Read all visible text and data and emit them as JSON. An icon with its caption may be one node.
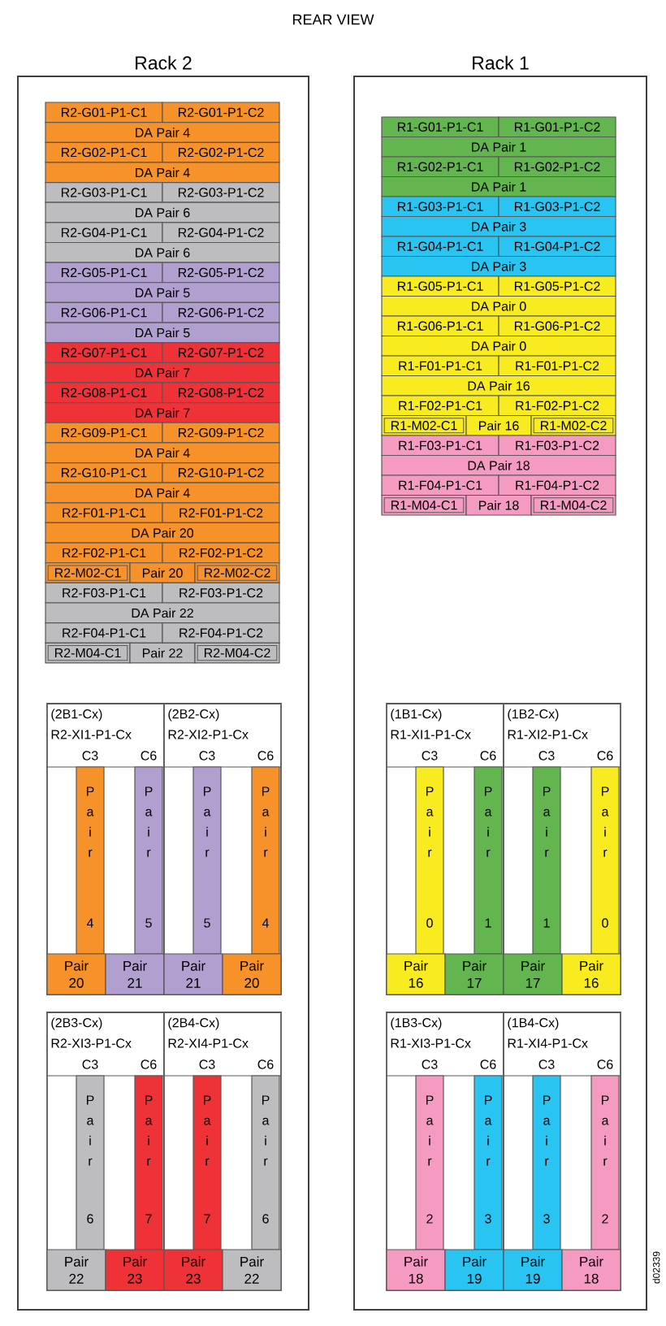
{
  "diagram": {
    "title": "REAR VIEW",
    "nodes": [
      {
        "text": [
          "Rack 2"
        ]
      },
      {
        "text": [
          "R2-G01-P1-C1"
        ],
        "in": 0
      },
      {
        "text": [
          "R2-G01-P1-C2"
        ],
        "in": 0
      },
      {
        "text": [
          "DA Pair 4"
        ],
        "in": 0
      },
      {
        "text": [
          "R2-G02-P1-C1"
        ],
        "in": 0
      },
      {
        "text": [
          "R2-G02-P1-C2"
        ],
        "in": 0
      },
      {
        "text": [
          "DA Pair 4"
        ],
        "in": 0
      },
      {
        "text": [
          "R2-G03-P1-C1"
        ],
        "in": 0
      },
      {
        "text": [
          "R2-G03-P1-C2"
        ],
        "in": 0
      },
      {
        "text": [
          "DA Pair 6"
        ],
        "in": 0
      },
      {
        "text": [
          "R2-G04-P1-C1"
        ],
        "in": 0
      },
      {
        "text": [
          "R2-G04-P1-C2"
        ],
        "in": 0
      },
      {
        "text": [
          "DA Pair 6"
        ],
        "in": 0
      },
      {
        "text": [
          "R2-G05-P1-C1"
        ],
        "in": 0
      },
      {
        "text": [
          "R2-G05-P1-C2"
        ],
        "in": 0
      },
      {
        "text": [
          "DA Pair 5"
        ],
        "in": 0
      },
      {
        "text": [
          "R2-G06-P1-C1"
        ],
        "in": 0
      },
      {
        "text": [
          "R2-G06-P1-C2"
        ],
        "in": 0
      },
      {
        "text": [
          "DA Pair 5"
        ],
        "in": 0
      },
      {
        "text": [
          "R2-G07-P1-C1"
        ],
        "in": 0
      },
      {
        "text": [
          "R2-G07-P1-C2"
        ],
        "in": 0
      },
      {
        "text": [
          "DA Pair 7"
        ],
        "in": 0
      },
      {
        "text": [
          "R2-G08-P1-C1"
        ],
        "in": 0
      },
      {
        "text": [
          "R2-G08-P1-C2"
        ],
        "in": 0
      },
      {
        "text": [
          "DA Pair 7"
        ],
        "in": 0
      },
      {
        "text": [
          "R2-G09-P1-C1"
        ],
        "in": 0
      },
      {
        "text": [
          "R2-G09-P1-C2"
        ],
        "in": 0
      },
      {
        "text": [
          "DA Pair 4"
        ],
        "in": 0
      },
      {
        "text": [
          "R2-G10-P1-C1"
        ],
        "in": 0
      },
      {
        "text": [
          "R2-G10-P1-C2"
        ],
        "in": 0
      },
      {
        "text": [
          "DA Pair 4"
        ],
        "in": 0
      },
      {
        "text": [
          "R2-F01-P1-C1"
        ],
        "in": 0
      },
      {
        "text": [
          "R2-F01-P1-C2"
        ],
        "in": 0
      },
      {
        "text": [
          "DA Pair 20"
        ],
        "in": 0
      },
      {
        "text": [
          "R2-F02-P1-C1"
        ],
        "in": 0
      },
      {
        "text": [
          "R2-F02-P1-C2"
        ],
        "in": 0
      },
      {
        "text": [
          "R2-M02-C1"
        ],
        "in": 0
      },
      {
        "text": [
          "Pair 20"
        ],
        "in": 0
      },
      {
        "text": [
          "R2-M02-C2"
        ],
        "in": 0
      },
      {
        "text": [
          "R2-F03-P1-C1"
        ],
        "in": 0
      },
      {
        "text": [
          "R2-F03-P1-C2"
        ],
        "in": 0
      },
      {
        "text": [
          "DA Pair 22"
        ],
        "in": 0
      },
      {
        "text": [
          "R2-F04-P1-C1"
        ],
        "in": 0
      },
      {
        "text": [
          "R2-F04-P1-C2"
        ],
        "in": 0
      },
      {
        "text": [
          "R2-M04-C1"
        ],
        "in": 0
      },
      {
        "text": [
          "Pair 22"
        ],
        "in": 0
      },
      {
        "text": [
          "R2-M04-C2"
        ],
        "in": 0
      },
      {
        "text": [
          "(2B1-Cx)",
          "R2-XI1-P1-Cx",
          "C3",
          "C6"
        ],
        "in": 0
      },
      {
        "text": [
          "P a i r",
          "4"
        ],
        "in": 47
      },
      {
        "text": [
          "P a i r",
          "5"
        ],
        "in": 47
      },
      {
        "text": [
          "Pair 20"
        ],
        "in": 47
      },
      {
        "text": [
          "Pair 21"
        ],
        "in": 47
      },
      {
        "text": [
          "(2B2-Cx)",
          "R2-XI2-P1-Cx",
          "C3",
          "C6"
        ],
        "in": 0
      },
      {
        "text": [
          "P a i r",
          "5"
        ],
        "in": 52
      },
      {
        "text": [
          "P a i r",
          "4"
        ],
        "in": 52
      },
      {
        "text": [
          "Pair 21"
        ],
        "in": 52
      },
      {
        "text": [
          "Pair 20"
        ],
        "in": 52
      },
      {
        "text": [
          "(2B3-Cx)",
          "R2-XI3-P1-Cx",
          "C3",
          "C6"
        ],
        "in": 0
      },
      {
        "text": [
          "P a i r",
          "6"
        ],
        "in": 57
      },
      {
        "text": [
          "P a i r",
          "7"
        ],
        "in": 57
      },
      {
        "text": [
          "Pair 22"
        ],
        "in": 57
      },
      {
        "text": [
          "Pair 23"
        ],
        "in": 57
      },
      {
        "text": [
          "(2B4-Cx)",
          "R2-XI4-P1-Cx",
          "C3",
          "C6"
        ],
        "in": 0
      },
      {
        "text": [
          "P a i r",
          "7"
        ],
        "in": 62
      },
      {
        "text": [
          "P a i r",
          "6"
        ],
        "in": 62
      },
      {
        "text": [
          "Pair 23"
        ],
        "in": 62
      },
      {
        "text": [
          "Pair 22"
        ],
        "in": 62
      },
      {
        "text": [
          "Rack 1"
        ]
      },
      {
        "text": [
          "R1-G01-P1-C1"
        ],
        "in": 67
      },
      {
        "text": [
          "R1-G01-P1-C2"
        ],
        "in": 67
      },
      {
        "text": [
          "DA Pair 1"
        ],
        "in": 67
      },
      {
        "text": [
          "R1-G02-P1-C1"
        ],
        "in": 67
      },
      {
        "text": [
          "R1-G02-P1-C2"
        ],
        "in": 67
      },
      {
        "text": [
          "DA Pair 1"
        ],
        "in": 67
      },
      {
        "text": [
          "R1-G03-P1-C1"
        ],
        "in": 67
      },
      {
        "text": [
          "R1-G03-P1-C2"
        ],
        "in": 67
      },
      {
        "text": [
          "DA Pair 3"
        ],
        "in": 67
      },
      {
        "text": [
          "R1-G04-P1-C1"
        ],
        "in": 67
      },
      {
        "text": [
          "R1-G04-P1-C2"
        ],
        "in": 67
      },
      {
        "text": [
          "DA Pair 3"
        ],
        "in": 67
      },
      {
        "text": [
          "R1-G05-P1-C1"
        ],
        "in": 67
      },
      {
        "text": [
          "R1-G05-P1-C2"
        ],
        "in": 67
      },
      {
        "text": [
          "DA Pair 0"
        ],
        "in": 67
      },
      {
        "text": [
          "R1-G06-P1-C1"
        ],
        "in": 67
      },
      {
        "text": [
          "R1-G06-P1-C2"
        ],
        "in": 67
      },
      {
        "text": [
          "DA Pair 0"
        ],
        "in": 67
      },
      {
        "text": [
          "R1-F01-P1-C1"
        ],
        "in": 67
      },
      {
        "text": [
          "R1-F01-P1-C2"
        ],
        "in": 67
      },
      {
        "text": [
          "DA Pair 16"
        ],
        "in": 67
      },
      {
        "text": [
          "R1-F02-P1-C1"
        ],
        "in": 67
      },
      {
        "text": [
          "R1-F02-P1-C2"
        ],
        "in": 67
      },
      {
        "text": [
          "R1-M02-C1"
        ],
        "in": 67
      },
      {
        "text": [
          "Pair 16"
        ],
        "in": 67
      },
      {
        "text": [
          "R1-M02-C2"
        ],
        "in": 67
      },
      {
        "text": [
          "R1-F03-P1-C1"
        ],
        "in": 67
      },
      {
        "text": [
          "R1-F03-P1-C2"
        ],
        "in": 67
      },
      {
        "text": [
          "DA Pair 18"
        ],
        "in": 67
      },
      {
        "text": [
          "R1-F04-P1-C1"
        ],
        "in": 67
      },
      {
        "text": [
          "R1-F04-P1-C2"
        ],
        "in": 67
      },
      {
        "text": [
          "R1-M04-C1"
        ],
        "in": 67
      },
      {
        "text": [
          "Pair 18"
        ],
        "in": 67
      },
      {
        "text": [
          "R1-M04-C2"
        ],
        "in": 67
      },
      {
        "text": [
          "(1B1-Cx)",
          "R1-XI1-P1-Cx",
          "C3",
          "C6"
        ],
        "in": 67
      },
      {
        "text": [
          "P a i r",
          "0"
        ],
        "in": 102
      },
      {
        "text": [
          "P a i r",
          "1"
        ],
        "in": 102
      },
      {
        "text": [
          "Pair 16"
        ],
        "in": 102
      },
      {
        "text": [
          "Pair 17"
        ],
        "in": 102
      },
      {
        "text": [
          "(1B2-Cx)",
          "R1-XI2-P1-Cx",
          "C3",
          "C6"
        ],
        "in": 67
      },
      {
        "text": [
          "P a i r",
          "1"
        ],
        "in": 107
      },
      {
        "text": [
          "P a i r",
          "0"
        ],
        "in": 107
      },
      {
        "text": [
          "Pair 17"
        ],
        "in": 107
      },
      {
        "text": [
          "Pair 16"
        ],
        "in": 107
      },
      {
        "text": [
          "(1B3-Cx)",
          "R1-XI3-P1-Cx",
          "C3",
          "C6"
        ],
        "in": 67
      },
      {
        "text": [
          "P a i r",
          "2"
        ],
        "in": 112
      },
      {
        "text": [
          "P a i r",
          "3"
        ],
        "in": 112
      },
      {
        "text": [
          "Pair 18"
        ],
        "in": 112
      },
      {
        "text": [
          "Pair 19"
        ],
        "in": 112
      },
      {
        "text": [
          "(1B4-Cx)",
          "R1-XI4-P1-Cx",
          "C3",
          "C6"
        ],
        "in": 67
      },
      {
        "text": [
          "P a i r",
          "3"
        ],
        "in": 117
      },
      {
        "text": [
          "P a i r",
          "2"
        ],
        "in": 117
      },
      {
        "text": [
          "Pair 19"
        ],
        "in": 117
      },
      {
        "text": [
          "Pair 18"
        ],
        "in": 117
      }
    ],
    "labels": [
      "d02339"
    ]
  }
}
